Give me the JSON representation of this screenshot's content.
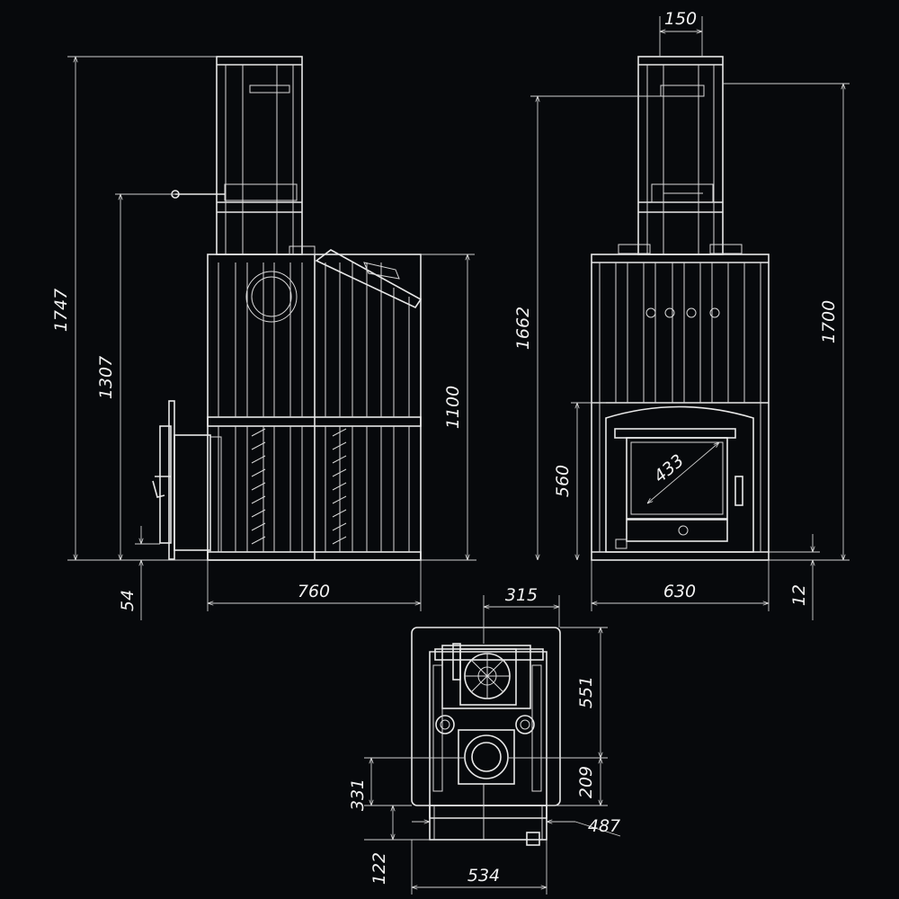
{
  "dimensions": {
    "side_total_height": "1747",
    "side_handle_height": "1307",
    "side_body_height": "1100",
    "side_foot": "54",
    "side_width": "760",
    "front_chimney_width": "150",
    "front_height_left": "1662",
    "front_height_right": "1700",
    "front_door_height": "560",
    "front_glass_diag": "433",
    "front_width": "630",
    "front_foot": "12",
    "top_flue_offset": "315",
    "top_depth_upper": "551",
    "top_depth_lower": "209",
    "top_flue_y": "331",
    "top_door_proj": "122",
    "top_width": "534",
    "top_door_width": "487"
  },
  "colors": {
    "background": "#07090c",
    "line": "#e8e8e8"
  }
}
